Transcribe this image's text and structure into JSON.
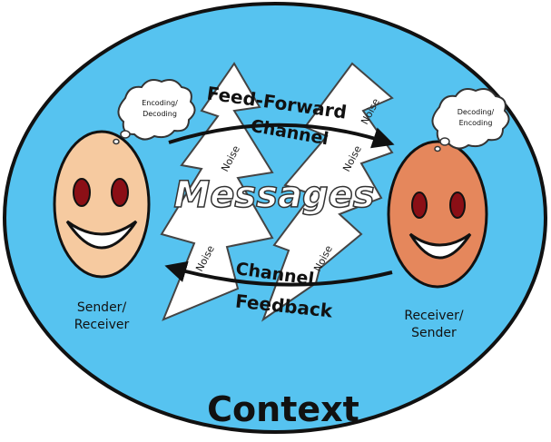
{
  "diagram": {
    "context_label": "Context",
    "messages_label": "Messages",
    "feed_forward": {
      "title": "Feed-Forward",
      "channel": "Channel"
    },
    "feedback": {
      "title": "Feedback",
      "channel": "Channel"
    },
    "noise_label": "Noise",
    "sender": {
      "label_line1": "Sender/",
      "label_line2": "Receiver",
      "thought_line1": "Encoding/",
      "thought_line2": "Decoding"
    },
    "receiver": {
      "label_line1": "Receiver/",
      "label_line2": "Sender",
      "thought_line1": "Decoding/",
      "thought_line2": "Encoding"
    },
    "colors": {
      "context_fill": "#56c3f0",
      "context_stroke": "#111111",
      "sender_face": "#f6caa0",
      "receiver_face": "#e5875c",
      "eye": "#8b0f16",
      "bolt_fill": "#ffffff"
    }
  }
}
